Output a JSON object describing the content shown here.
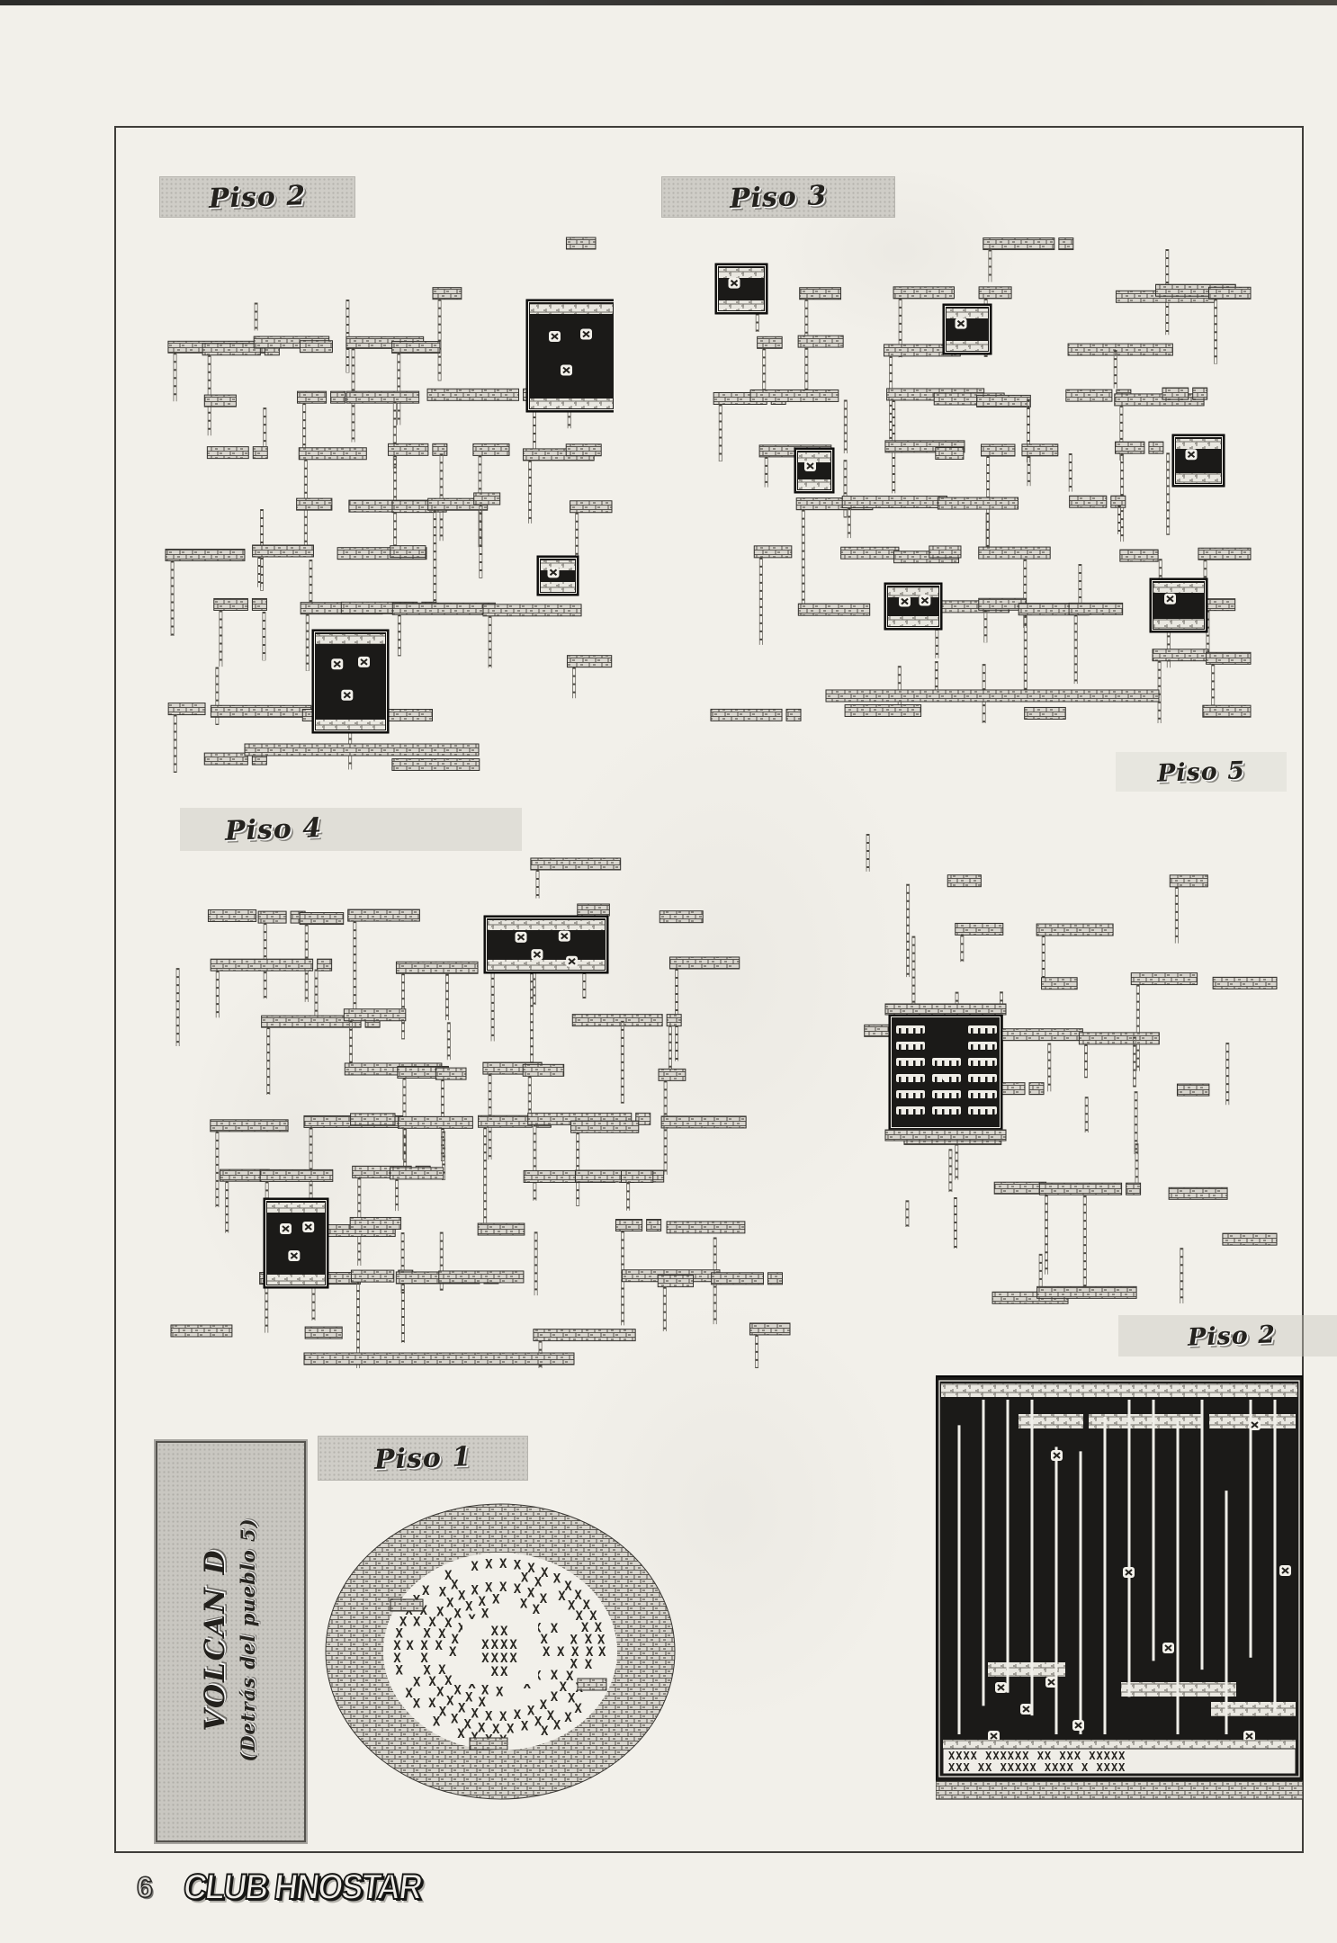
{
  "labels": {
    "piso2_top": "Piso 2",
    "piso3": "Piso 3",
    "piso4": "Piso 4",
    "piso5": "Piso 5",
    "piso2_bottom": "Piso 2",
    "piso1": "Piso 1"
  },
  "volcano": {
    "title": "VOLCAN D",
    "subtitle": "(Detrás del pueblo 5)"
  },
  "dark_maze": {
    "x_rows": [
      "XXXX  XXXXXX  XX  XXX    XXXXX",
      "XXX   XX    XXXXX   XXXX   X  XXXX"
    ]
  },
  "volcano_map": {
    "center_cluster": [
      "XX",
      "XXXX",
      "XXXX",
      "XX"
    ]
  },
  "footer": {
    "page_number": "6",
    "logo": "CLUB HNOSTAR"
  },
  "colors": {
    "paper": "#f2f0ea",
    "ink": "#24221e",
    "dark_room": "#1b1a18",
    "banner": "#cfcdc7"
  }
}
